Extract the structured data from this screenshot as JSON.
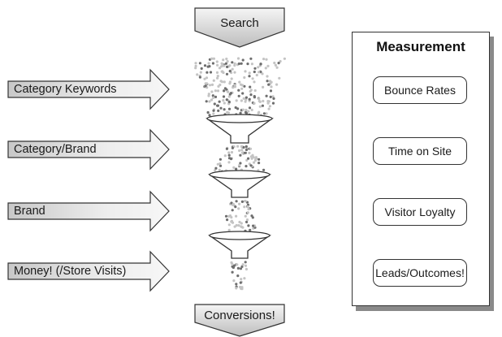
{
  "top_label": "Search",
  "bottom_label": "Conversions!",
  "stages": [
    {
      "label": "Category Keywords"
    },
    {
      "label": "Category/Brand"
    },
    {
      "label": "Brand"
    },
    {
      "label": "Money! (/Store Visits)"
    }
  ],
  "measurement": {
    "title": "Measurement",
    "metrics": [
      {
        "label": "Bounce Rates"
      },
      {
        "label": "Time on Site"
      },
      {
        "label": "Visitor Loyalty"
      },
      {
        "label": "Leads/Outcomes!"
      }
    ]
  },
  "colors": {
    "arrow_fill_light": "#f2f2f2",
    "arrow_fill_dark": "#bdbdbd",
    "stroke": "#333333",
    "dot_light": "#c4c4c4",
    "dot_dark": "#6e6e6e",
    "shadow": "#8a8a8a"
  }
}
